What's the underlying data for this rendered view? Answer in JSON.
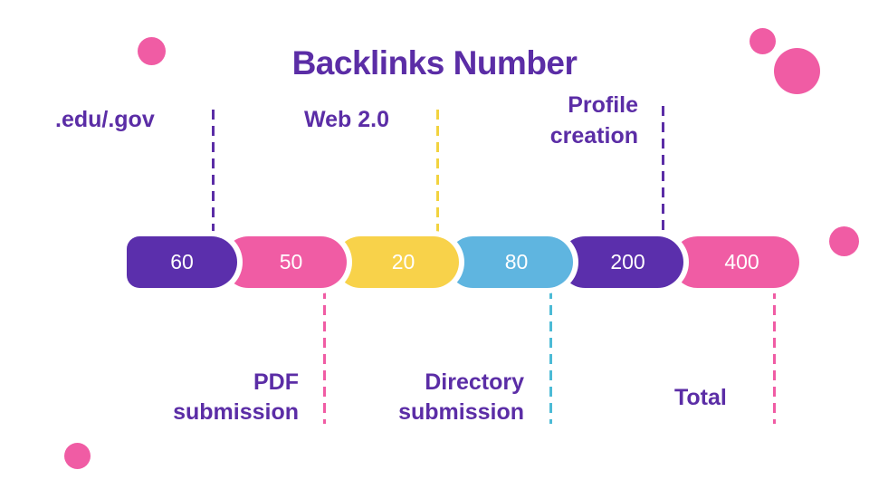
{
  "title": "Backlinks Number",
  "colors": {
    "purple_text": "#5B2DA6",
    "bar_purple": "#5B2FAC",
    "pink": "#F05CA4",
    "yellow": "#F8D24A",
    "blue": "#5FB5E0",
    "dash_yellow": "#F2D33F",
    "dash_cyan": "#4CBBD6",
    "background": "#FFFFFF",
    "value_text": "#FFFFFF"
  },
  "chart_data": {
    "type": "bar",
    "title": "Backlinks Number",
    "categories": [
      ".edu/.gov",
      "PDF submission",
      "Web 2.0",
      "Directory submission",
      "Profile creation",
      "Total"
    ],
    "values": [
      60,
      50,
      20,
      80,
      200,
      400
    ],
    "segment_colors": [
      "#5B2FAC",
      "#F05CA4",
      "#F8D24A",
      "#5FB5E0",
      "#5B2FAC",
      "#F05CA4"
    ],
    "label_positions": [
      "top",
      "bottom",
      "top",
      "bottom",
      "top",
      "bottom"
    ],
    "layout": "sequential horizontal pill segments left to right, category labels connected by dashed leader lines"
  },
  "top_labels": [
    {
      "text": ".edu/.gov"
    },
    {
      "text": "Web 2.0"
    },
    {
      "text": "Profile creation"
    }
  ],
  "bottom_labels": [
    {
      "text": "PDF submission"
    },
    {
      "text": "Directory submission"
    },
    {
      "text": "Total"
    }
  ]
}
